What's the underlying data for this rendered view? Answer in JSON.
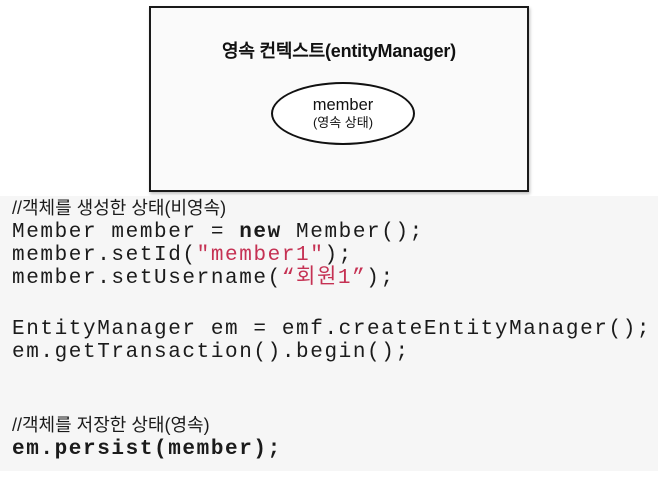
{
  "diagram": {
    "title": "영속 컨텍스트(entityManager)",
    "entity": {
      "name": "member",
      "state": "(영속 상태)"
    }
  },
  "code": {
    "comment1": "//객체를 생성한 상태(비영속)",
    "line2": {
      "pre": "Member member = ",
      "keyword": "new",
      "post": " Member();"
    },
    "line3": {
      "pre": "member.setId(",
      "string": "\"member1\"",
      "post": ");"
    },
    "line4": {
      "pre": "member.setUsername(",
      "string": "“회원1”",
      "post": ");"
    },
    "line5": "EntityManager em = emf.createEntityManager();",
    "line6": "em.getTransaction().begin();",
    "comment2": "//객체를 저장한 상태(영속)",
    "line8": "em.persist(member);"
  },
  "colors": {
    "string_literal": "#c53153",
    "code_background": "#f6f6f6",
    "box_background": "#fafafa",
    "border": "#1a1a1a",
    "text": "#1b1b1b"
  }
}
